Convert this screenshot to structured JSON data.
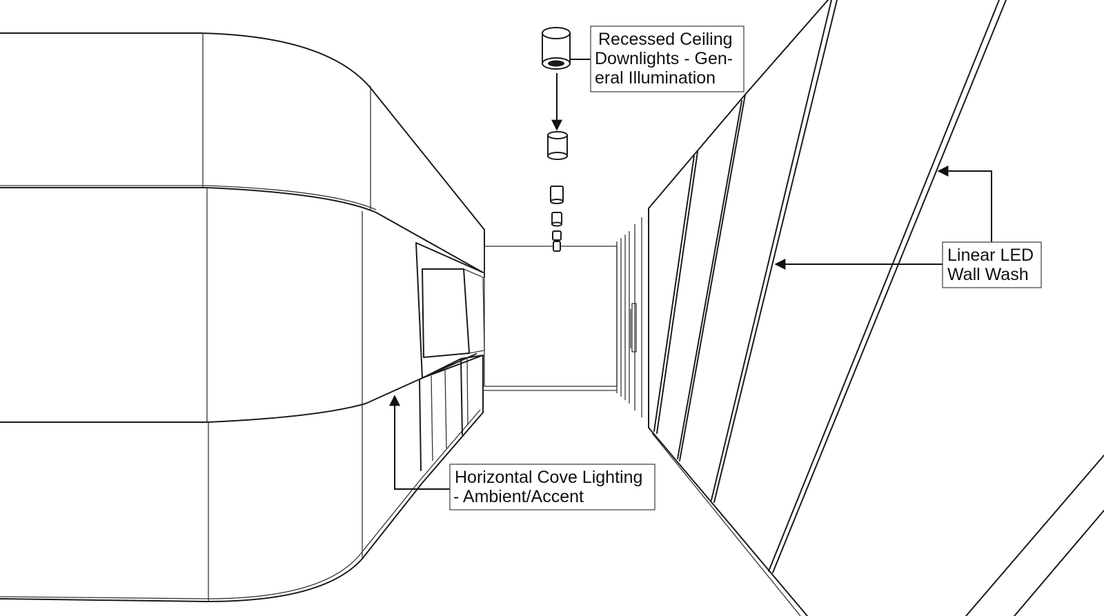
{
  "callouts": {
    "downlights": {
      "line1": "Recessed Ceiling",
      "line2": "Downlights - Gen-",
      "line3": "eral Illumination"
    },
    "wall_wash": {
      "line1": "Linear LED",
      "line2": "Wall Wash"
    },
    "cove": {
      "line1": "Horizontal Cove Lighting",
      "line2": "- Ambient/Accent"
    }
  },
  "colors": {
    "line": "#1a1a1a",
    "background": "#ffffff",
    "box_border": "#555555"
  }
}
